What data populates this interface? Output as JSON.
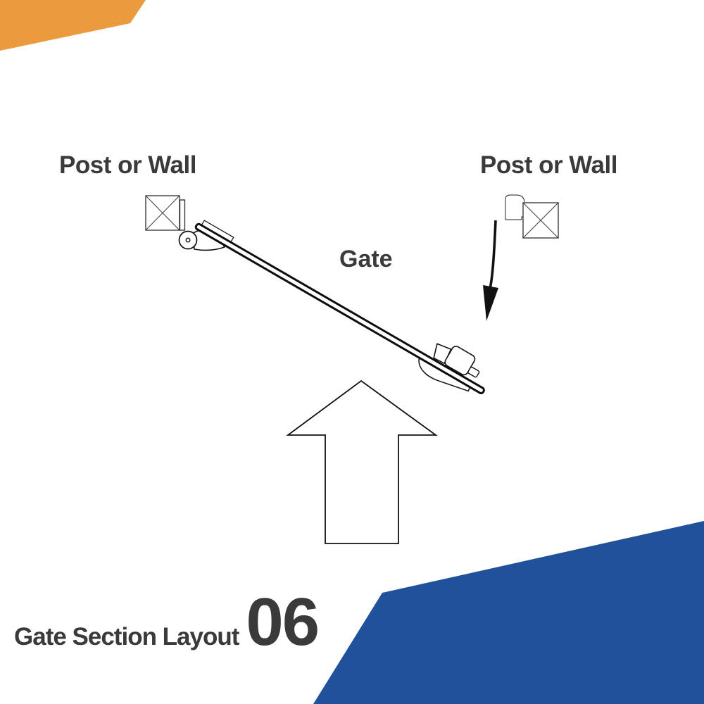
{
  "labels": {
    "post_left": "Post or Wall",
    "post_right": "Post or Wall",
    "gate": "Gate",
    "footer_title": "Gate Section Layout",
    "footer_number": "06"
  },
  "colors": {
    "accent_orange": "#EC9A3E",
    "accent_blue": "#21519B",
    "text": "#3A3A3A",
    "line": "#111111"
  },
  "icons": {
    "post_symbol": "square-with-x (post/wall section symbol)",
    "hinge": "hinge-pivot-circle",
    "gate_bar": "gate-leaf-section",
    "latch": "latch-assembly",
    "catch": "latch-catch-plate",
    "swing_arrow": "curved-swing-direction-arrow",
    "up_arrow": "open-direction-up-arrow"
  }
}
